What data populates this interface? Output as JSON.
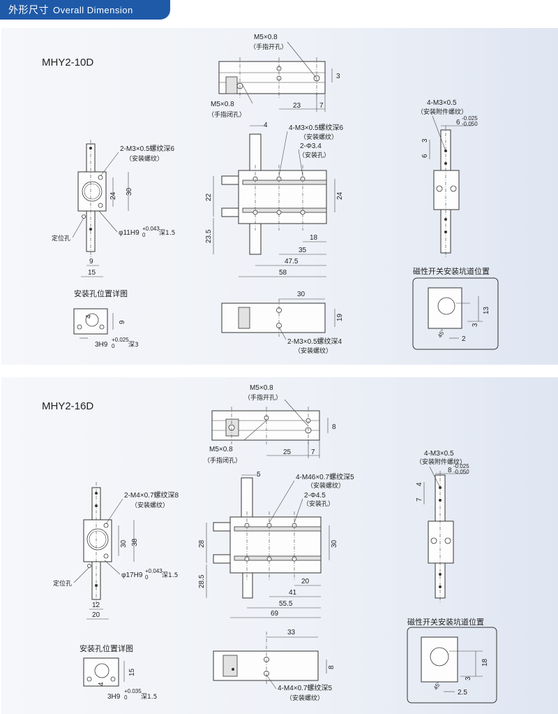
{
  "header": {
    "title_cn": "外形尺寸",
    "title_en": "Overall Dimension",
    "color": "#1f5aa8"
  },
  "panels": [
    {
      "model": "MHY2-10D",
      "top": {
        "open_port": "M5×0.8",
        "open_port_cn": "（手指开孔）",
        "close_port": "M5×0.8",
        "close_port_cn": "（手指闭孔）",
        "d1": "23",
        "d2": "7",
        "d3": "3"
      },
      "side": {
        "callout1": "2-M3×0.5螺纹深6",
        "callout1_cn": "（安装螺纹）",
        "locate": "定位孔",
        "bore_main": "φ11H9",
        "bore_tol_up": "+0.043",
        "bore_tol_low": "0",
        "bore_depth": "深1.5",
        "h1": "24",
        "h2": "30",
        "w1": "9",
        "w2": "15"
      },
      "front": {
        "d_top": "4",
        "callout1": "4-M3×0.5螺纹深6",
        "callout1_cn": "（安装螺纹）",
        "callout2": "2-Φ3.4",
        "callout2_cn": "（安装孔）",
        "h_left": "22",
        "h_right": "24",
        "h_low": "23.5",
        "x1": "18",
        "x2": "35",
        "x3": "47.5",
        "x4": "58"
      },
      "right": {
        "callout": "4-M3×0.5",
        "callout_cn": "（安装附件螺纹）",
        "tol": "6",
        "tol_up": "-0.025",
        "tol_low": "-0.050",
        "d1": "3",
        "d2": "6"
      },
      "detail": {
        "title": "安装孔位置详图",
        "h": "9",
        "w": "4",
        "bore": "3H9",
        "bore_up": "+0.025",
        "bore_low": "0",
        "depth": "深3"
      },
      "bottom": {
        "w": "30",
        "h": "19",
        "callout": "2-M3×0.5螺纹深4",
        "callout_cn": "（安装螺纹）"
      },
      "sensor": {
        "title": "磁性开关安装坑道位置",
        "h1": "13",
        "h2": "3",
        "w": "2",
        "ang": "45°"
      }
    },
    {
      "model": "MHY2-16D",
      "top": {
        "open_port": "M5×0.8",
        "open_port_cn": "（手指开孔）",
        "close_port": "M5×0.8",
        "close_port_cn": "（手指闭孔）",
        "d1": "25",
        "d2": "7",
        "d3": "8"
      },
      "side": {
        "callout1": "2-M4×0.7螺纹深8",
        "callout1_cn": "（安装螺纹）",
        "locate": "定位孔",
        "bore_main": "φ17H9",
        "bore_tol_up": "+0.043",
        "bore_tol_low": "0",
        "bore_depth": "深1.5",
        "h1": "30",
        "h2": "38",
        "w1": "12",
        "w2": "20"
      },
      "front": {
        "d_top": "5",
        "callout1": "4-M46×0.7螺纹深5",
        "callout1_cn": "（安装螺纹）",
        "callout2": "2-Φ4.5",
        "callout2_cn": "（安装孔）",
        "h_left": "28",
        "h_right": "30",
        "h_low": "28.5",
        "x1": "20",
        "x2": "41",
        "x3": "55.5",
        "x4": "69"
      },
      "right": {
        "callout": "4-M3×0.5",
        "callout_cn": "（安装附件螺纹）",
        "tol": "8",
        "tol_up": "-0.025",
        "tol_low": "-0.050",
        "d1": "4",
        "d2": "7"
      },
      "detail": {
        "title": "安装孔位置详图",
        "h": "15",
        "w": "4",
        "bore": "3H9",
        "bore_up": "+0.035",
        "bore_low": "0",
        "depth": "深1.5"
      },
      "bottom": {
        "w": "33",
        "h": "8",
        "callout": "4-M4×0.7螺纹深5",
        "callout_cn": "（安装螺纹）"
      },
      "sensor": {
        "title": "磁性开关安装坑道位置",
        "h1": "18",
        "h2": "3",
        "w": "2.5",
        "ang": "45°"
      }
    }
  ]
}
